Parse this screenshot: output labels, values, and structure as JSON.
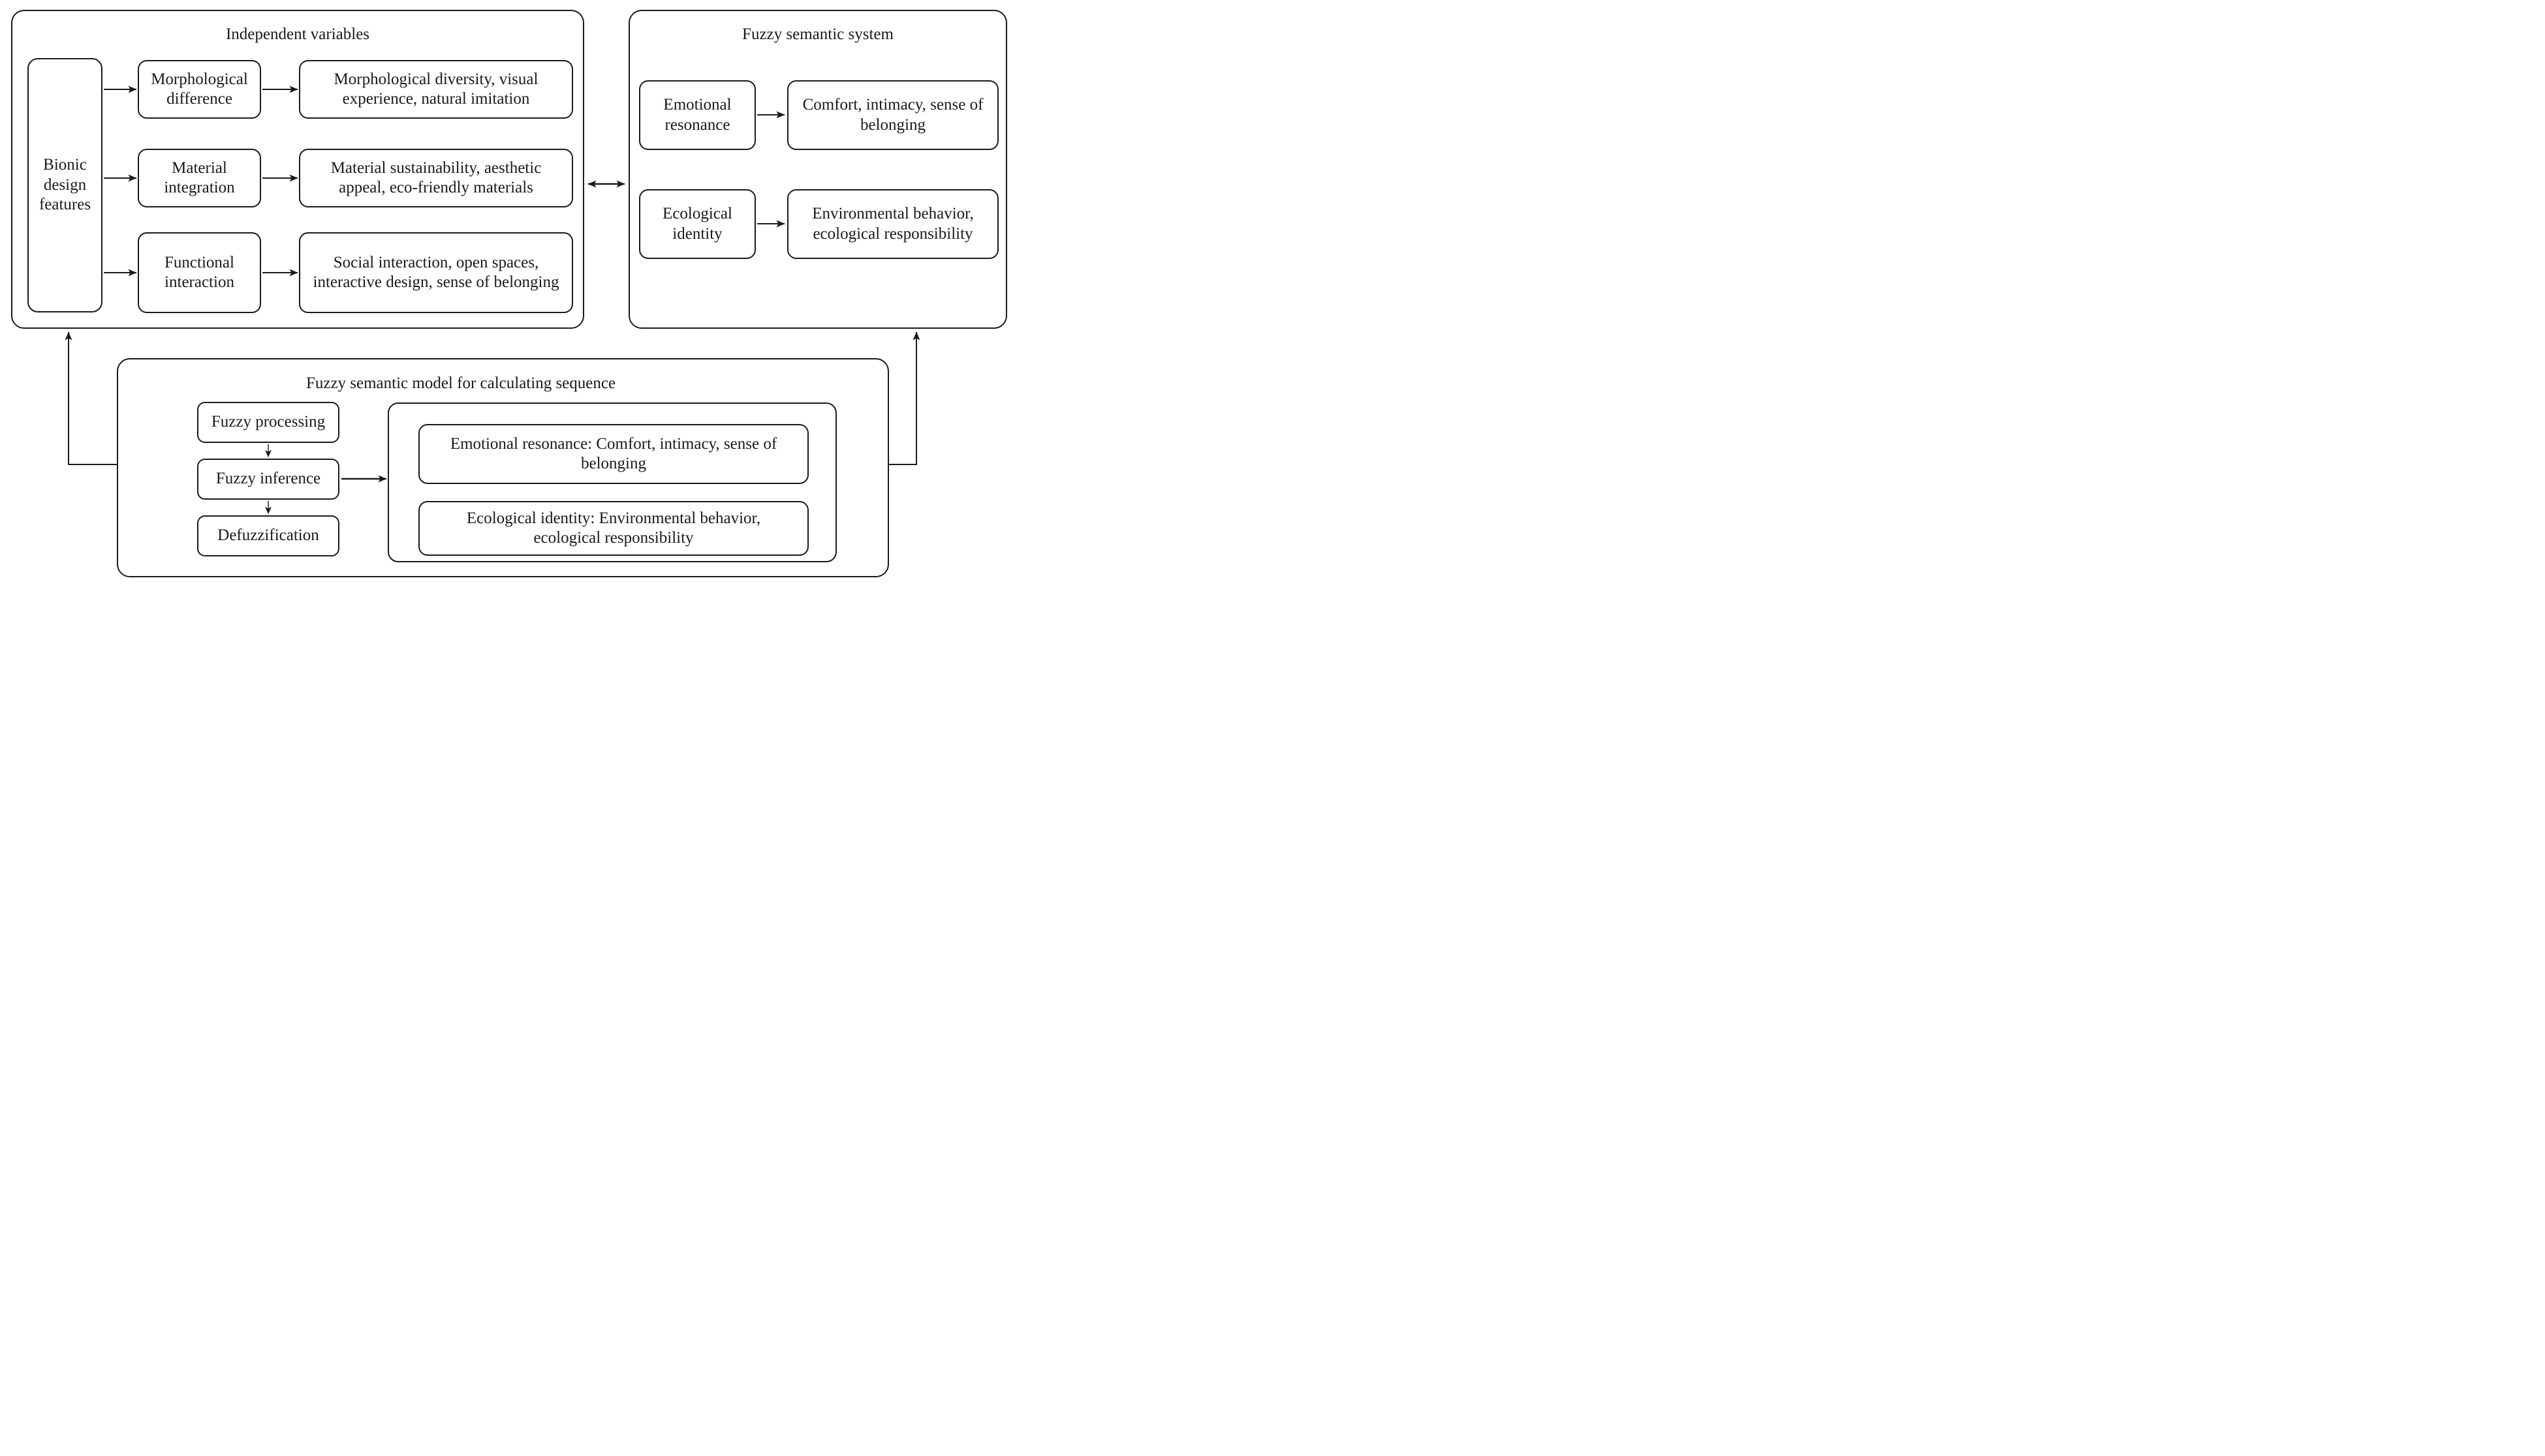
{
  "diagram": {
    "colors": {
      "ink": "#1a1a1a",
      "background": "#ffffff"
    },
    "independent": {
      "title": "Independent variables",
      "source_label": "Bionic design features",
      "rows": [
        {
          "label": "Morphological difference",
          "desc": "Morphological diversity, visual experience, natural imitation"
        },
        {
          "label": "Material integration",
          "desc": "Material sustainability, aesthetic appeal, eco-friendly materials"
        },
        {
          "label": "Functional interaction",
          "desc": "Social interaction, open spaces, interactive design, sense of belonging"
        }
      ]
    },
    "semantic_system": {
      "title": "Fuzzy semantic system",
      "rows": [
        {
          "label": "Emotional resonance",
          "desc": "Comfort, intimacy, sense of belonging"
        },
        {
          "label": "Ecological identity",
          "desc": "Environmental behavior, ecological responsibility"
        }
      ]
    },
    "model": {
      "title": "Fuzzy semantic model for calculating sequence",
      "steps": [
        {
          "label": "Fuzzy processing"
        },
        {
          "label": "Fuzzy inference"
        },
        {
          "label": "Defuzzification"
        }
      ],
      "outputs": [
        {
          "text": "Emotional resonance: Comfort, intimacy, sense of belonging"
        },
        {
          "text": "Ecological identity: Environmental behavior, ecological responsibility"
        }
      ]
    }
  }
}
